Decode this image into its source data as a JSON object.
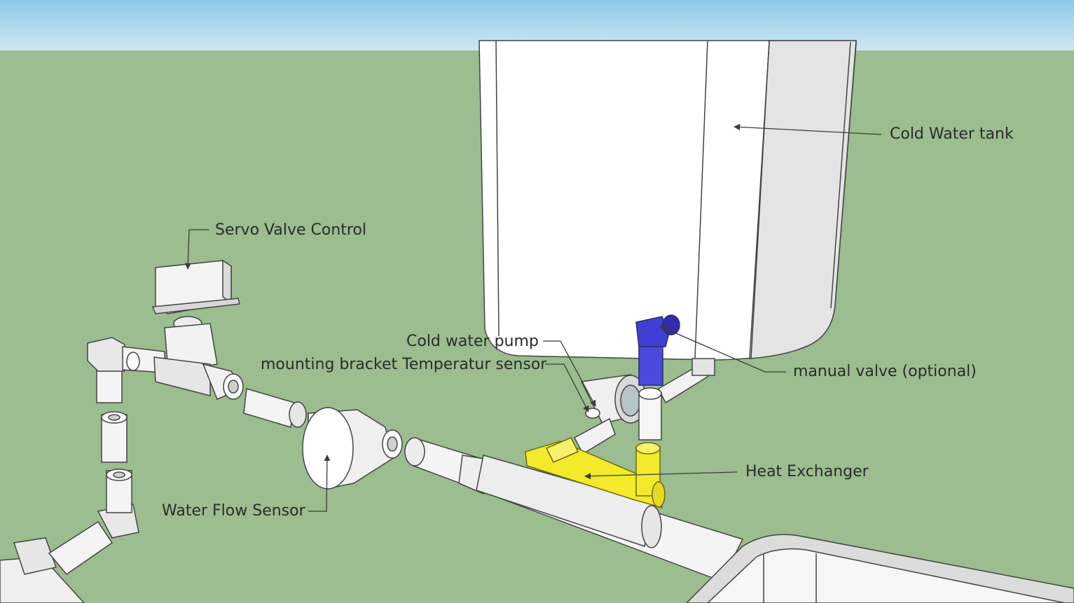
{
  "colors": {
    "sky": "#a9d4ea",
    "ground": "#9bbd8f",
    "pipe": "#f2f2f2",
    "edge": "#444444",
    "valve": "#3f3fd6",
    "heat_exchanger": "#f2ea2a"
  },
  "labels": {
    "cold_water_tank": "Cold Water tank",
    "servo_valve_control": "Servo Valve Control",
    "cold_water_pump": "Cold water pump",
    "mounting_bracket": "mounting bracket Temperatur sensor",
    "manual_valve": "manual valve (optional)",
    "heat_exchanger": "Heat Exchanger",
    "water_flow_sensor": "Water Flow Sensor"
  }
}
